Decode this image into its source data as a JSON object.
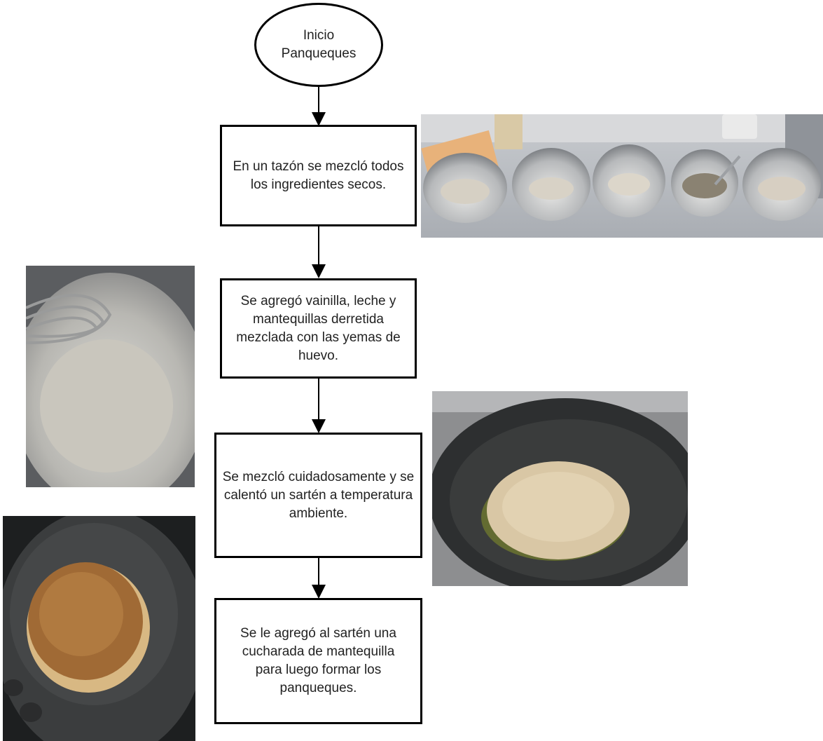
{
  "flowchart": {
    "start": "Inicio\nPanqueques",
    "steps": [
      "En un tazón se mezcló todos los ingredientes secos.",
      "Se agregó vainilla, leche y mantequillas derretida mezclada con las yemas de huevo.",
      "Se mezcló cuidadosamente y se calentó un sartén a temperatura ambiente.",
      "Se le agregó al sartén una cucharada de mantequilla para luego formar los panqueques."
    ]
  },
  "photos": [
    {
      "subject": "five steel bowls with dry ingredients"
    },
    {
      "subject": "bowl with whisk and batter"
    },
    {
      "subject": "batter cooking in pan"
    },
    {
      "subject": "cooked pancake in pan"
    }
  ],
  "colors": {
    "line": "#000000",
    "node_fill": "#ffffff"
  }
}
